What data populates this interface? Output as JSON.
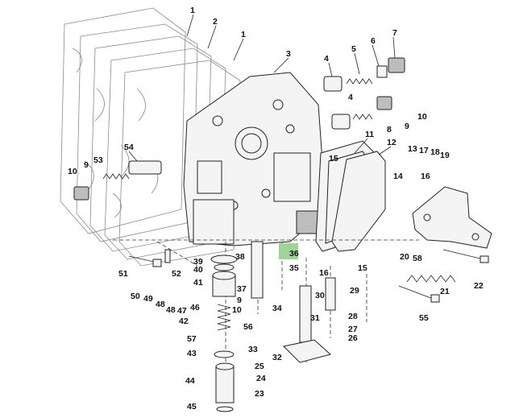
{
  "diagram": {
    "highlight_color": "#9fd39a",
    "callouts": [
      {
        "id": "c1a",
        "text": "1"
      },
      {
        "id": "c2",
        "text": "2"
      },
      {
        "id": "c1b",
        "text": "1"
      },
      {
        "id": "c3",
        "text": "3"
      },
      {
        "id": "c4a",
        "text": "4"
      },
      {
        "id": "c5",
        "text": "5"
      },
      {
        "id": "c6",
        "text": "6"
      },
      {
        "id": "c7",
        "text": "7"
      },
      {
        "id": "c4b",
        "text": "4"
      },
      {
        "id": "c10a",
        "text": "10"
      },
      {
        "id": "c8",
        "text": "8"
      },
      {
        "id": "c9a",
        "text": "9"
      },
      {
        "id": "c11",
        "text": "11"
      },
      {
        "id": "c12",
        "text": "12"
      },
      {
        "id": "c13",
        "text": "13"
      },
      {
        "id": "c17",
        "text": "17"
      },
      {
        "id": "c18",
        "text": "18"
      },
      {
        "id": "c19",
        "text": "19"
      },
      {
        "id": "c14",
        "text": "14"
      },
      {
        "id": "c15a",
        "text": "15"
      },
      {
        "id": "c16a",
        "text": "16"
      },
      {
        "id": "c54",
        "text": "54"
      },
      {
        "id": "c9b",
        "text": "9"
      },
      {
        "id": "c53",
        "text": "53"
      },
      {
        "id": "c10b",
        "text": "10"
      },
      {
        "id": "c38",
        "text": "38"
      },
      {
        "id": "c36",
        "text": "36"
      },
      {
        "id": "c35",
        "text": "35"
      },
      {
        "id": "c15b",
        "text": "15"
      },
      {
        "id": "c16b",
        "text": "16"
      },
      {
        "id": "c20",
        "text": "20"
      },
      {
        "id": "c58",
        "text": "58"
      },
      {
        "id": "c22",
        "text": "22"
      },
      {
        "id": "c21",
        "text": "21"
      },
      {
        "id": "c55",
        "text": "55"
      },
      {
        "id": "c51",
        "text": "51"
      },
      {
        "id": "c52",
        "text": "52"
      },
      {
        "id": "c39",
        "text": "39"
      },
      {
        "id": "c40",
        "text": "40"
      },
      {
        "id": "c41",
        "text": "41"
      },
      {
        "id": "c37",
        "text": "37"
      },
      {
        "id": "c9c",
        "text": "9"
      },
      {
        "id": "c10c",
        "text": "10"
      },
      {
        "id": "c50",
        "text": "50"
      },
      {
        "id": "c49",
        "text": "49"
      },
      {
        "id": "c48a",
        "text": "48"
      },
      {
        "id": "c48b",
        "text": "48"
      },
      {
        "id": "c47",
        "text": "47"
      },
      {
        "id": "c46",
        "text": "46"
      },
      {
        "id": "c42",
        "text": "42"
      },
      {
        "id": "c56",
        "text": "56"
      },
      {
        "id": "c57",
        "text": "57"
      },
      {
        "id": "c43",
        "text": "43"
      },
      {
        "id": "c44",
        "text": "44"
      },
      {
        "id": "c45",
        "text": "45"
      },
      {
        "id": "c34",
        "text": "34"
      },
      {
        "id": "c33",
        "text": "33"
      },
      {
        "id": "c32",
        "text": "32"
      },
      {
        "id": "c25",
        "text": "25"
      },
      {
        "id": "c24",
        "text": "24"
      },
      {
        "id": "c23",
        "text": "23"
      },
      {
        "id": "c29",
        "text": "29"
      },
      {
        "id": "c30",
        "text": "30"
      },
      {
        "id": "c31",
        "text": "31"
      },
      {
        "id": "c28",
        "text": "28"
      },
      {
        "id": "c27",
        "text": "27"
      },
      {
        "id": "c26",
        "text": "26"
      }
    ]
  }
}
